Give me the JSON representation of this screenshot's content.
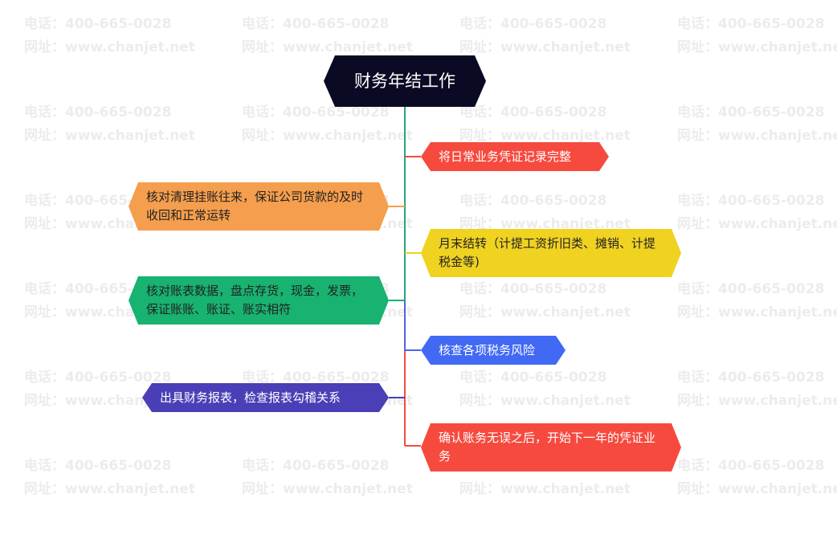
{
  "watermark": {
    "phone": "电话：400-665-0028",
    "site": "网址：www.chanjet.net"
  },
  "mindmap": {
    "root": "财务年结工作",
    "right_branches": [
      "将日常业务凭证记录完整",
      "月末结转（计提工资折旧类、摊销、计提税金等)",
      "核查各项税务风险",
      "确认账务无误之后，开始下一年的凭证业务"
    ],
    "left_branches": [
      "核对清理挂账往来，保证公司货款的及时收回和正常运转",
      "核对账表数据，盘点存货，现金，发票，保证账账、账证、账实相符",
      "出具财务报表，检查报表勾稽关系"
    ],
    "colors": {
      "root": "#0b0a24",
      "red": "#f64a3f",
      "yellow": "#f0d221",
      "blue": "#4169f4",
      "orange": "#f59e4d",
      "green": "#18b271",
      "purple": "#4a3fb6",
      "connector_green": "#23a77a"
    }
  }
}
